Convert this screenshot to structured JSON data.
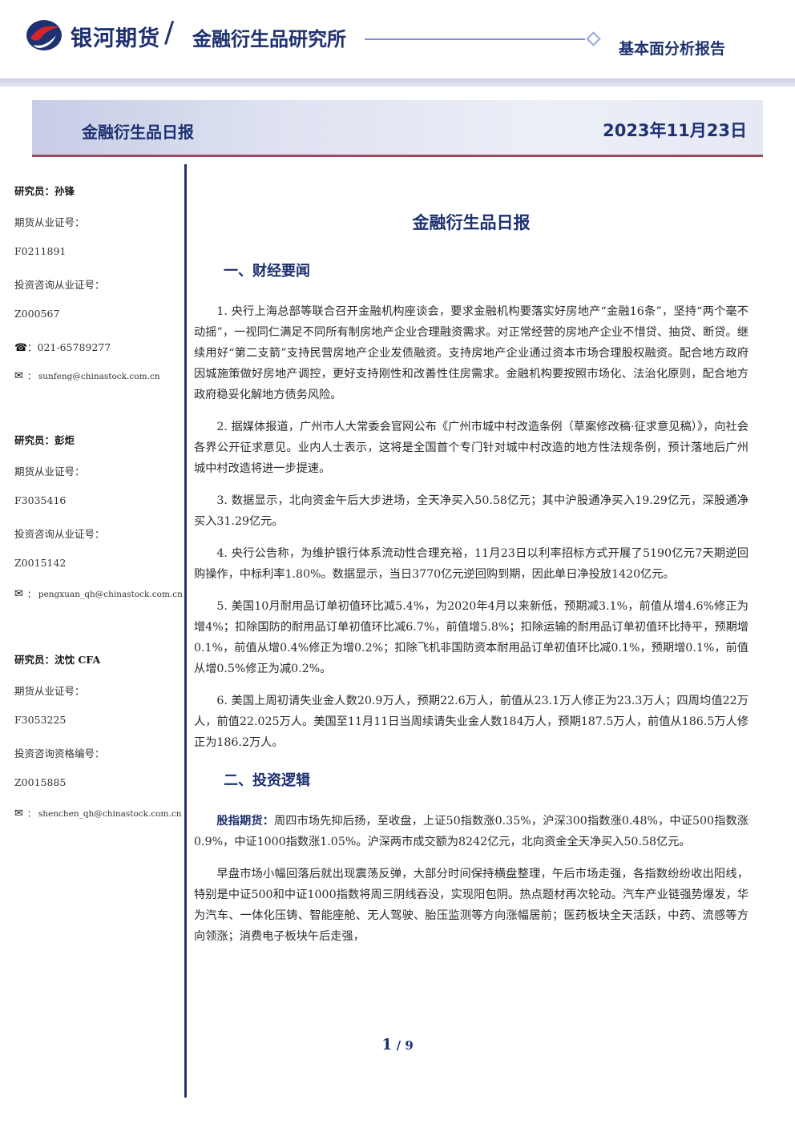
{
  "header": {
    "brand": "银河期货",
    "slash": "/",
    "institute": "金融衍生品研究所",
    "report_type": "基本面分析报告"
  },
  "title_bar": {
    "title": "金融衍生品日报",
    "date": "2023年11月23日"
  },
  "analysts": [
    {
      "name": "研究员：孙锋",
      "l1": "期货从业证号：",
      "v1": "F0211891",
      "l2": "投资咨询从业证号：",
      "v2": "Z000567",
      "phone": "021-65789277",
      "email": "sunfeng@chinastock.com.cn"
    },
    {
      "name": "研究员：彭炬",
      "l1": "期货从业证号：",
      "v1": "F3035416",
      "l2": "投资咨询从业证号：",
      "v2": "Z0015142",
      "email": "pengxuan_qh@chinastock.com.cn"
    },
    {
      "name": "研究员：沈忱  CFA",
      "l1": "期货从业证号：",
      "v1": "F3053225",
      "l2": "投资咨询资格编号：",
      "v2": "Z0015885",
      "email": "shenchen_qh@chinastock.com.cn"
    }
  ],
  "doc": {
    "title": "金融衍生品日报",
    "sec1": "一、财经要闻",
    "p1": "1. 央行上海总部等联合召开金融机构座谈会，要求金融机构要落实好房地产“金融16条”，坚持“两个毫不动摇”，一视同仁满足不同所有制房地产企业合理融资需求。对正常经营的房地产企业不惜贷、抽贷、断贷。继续用好“第二支箭”支持民营房地产企业发债融资。支持房地产企业通过资本市场合理股权融资。配合地方政府因城施策做好房地产调控，更好支持刚性和改善性住房需求。金融机构要按照市场化、法治化原则，配合地方政府稳妥化解地方债务风险。",
    "p2": "2. 据媒体报道，广州市人大常委会官网公布《广州市城中村改造条例（草案修改稿·征求意见稿）》，向社会各界公开征求意见。业内人士表示，这将是全国首个专门针对城中村改造的地方性法规条例，预计落地后广州城中村改造将进一步提速。",
    "p3": "3. 数据显示，北向资金午后大步进场，全天净买入50.58亿元；其中沪股通净买入19.29亿元，深股通净买入31.29亿元。",
    "p4": "4. 央行公告称，为维护银行体系流动性合理充裕，11月23日以利率招标方式开展了5190亿元7天期逆回购操作，中标利率1.80%。数据显示，当日3770亿元逆回购到期，因此单日净投放1420亿元。",
    "p5": "5. 美国10月耐用品订单初值环比减5.4%，为2020年4月以来新低，预期减3.1%，前值从增4.6%修正为增4%；扣除国防的耐用品订单初值环比减6.7%，前值增5.8%；扣除运输的耐用品订单初值环比持平，预期增0.1%，前值从增0.4%修正为增0.2%；扣除飞机非国防资本耐用品订单初值环比减0.1%，预期增0.1%，前值从增0.5%修正为减0.2%。",
    "p6": "6. 美国上周初请失业金人数20.9万人，预期22.6万人，前值从23.1万人修正为23.3万人；四周均值22万人，前值22.025万人。美国至11月11日当周续请失业金人数184万人，预期187.5万人，前值从186.5万人修正为186.2万人。",
    "sec2": "二、投资逻辑",
    "p7_lead": "股指期货：",
    "p7": "周四市场先抑后扬，至收盘，上证50指数涨0.35%，沪深300指数涨0.48%，中证500指数涨0.9%，中证1000指数涨1.05%。沪深两市成交额为8242亿元，北向资金全天净买入50.58亿元。",
    "p8": "早盘市场小幅回落后就出现震荡反弹，大部分时间保持横盘整理，午后市场走强，各指数纷纷收出阳线，特别是中证500和中证1000指数将周三阴线吞没，实现阳包阴。热点题材再次轮动。汽车产业链强势爆发，华为汽车、一体化压铸、智能座舱、无人驾驶、胎压监测等方向涨幅居前；医药板块全天活跃，中药、流感等方向领涨；消费电子板块午后走强，"
  },
  "footer": {
    "page": "1",
    "sep": " / ",
    "total": "9"
  },
  "icons": {
    "phone": "☎",
    "email": "✉"
  },
  "colors": {
    "brand": "#1e3170",
    "accent": "#9c4a5e"
  }
}
